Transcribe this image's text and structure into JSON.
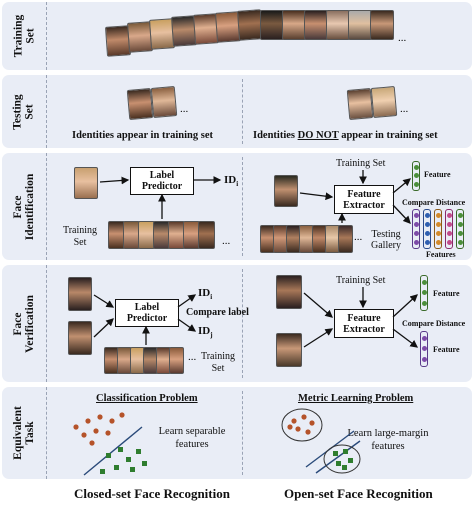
{
  "rows": {
    "training_set": "Training\nSet",
    "testing_set": "Testing\nSet",
    "face_identification": "Face\nIdentification",
    "face_verification": "Face\nVerification",
    "equivalent_task": "Equivalent\nTask"
  },
  "ellipsis": "...",
  "testing": {
    "closed_caption": "Identities appear in training set",
    "open_caption_pre": "Identities ",
    "open_caption_emph": "DO NOT",
    "open_caption_post": " appear in training set"
  },
  "identification": {
    "label_predictor": "Label Predictor",
    "id_i": "ID",
    "id_sub": "i",
    "training_set": "Training Set",
    "feature_extractor": "Feature Extractor",
    "feature": "Feature",
    "compare_distance": "Compare Distance",
    "testing_gallery": "Testing Gallery",
    "features": "Features"
  },
  "verification": {
    "label_predictor": "Label Predictor",
    "id": "ID",
    "sub_i": "i",
    "sub_j": "j",
    "compare_label": "Compare label",
    "training_set": "Training Set",
    "feature_extractor": "Feature Extractor",
    "feature": "Feature",
    "compare_distance": "Compare Distance"
  },
  "equivalent": {
    "classification": "Classification Problem",
    "classification_desc": "Learn separable features",
    "metric": "Metric Learning Problem",
    "metric_desc": "Learn large-margin features"
  },
  "footer": {
    "closed": "Closed-set Face Recognition",
    "open": "Open-set Face Recognition"
  },
  "colors": {
    "panel_bg": "#e9edf6",
    "class_a": "#b5532a",
    "class_b": "#2f7d2f",
    "feature_green": "#4b8f3a",
    "feature_purple": "#7d4aa8",
    "feature_blue": "#2f5fb0",
    "feature_orange": "#d38a2a",
    "feature_pink": "#c04a8a"
  }
}
